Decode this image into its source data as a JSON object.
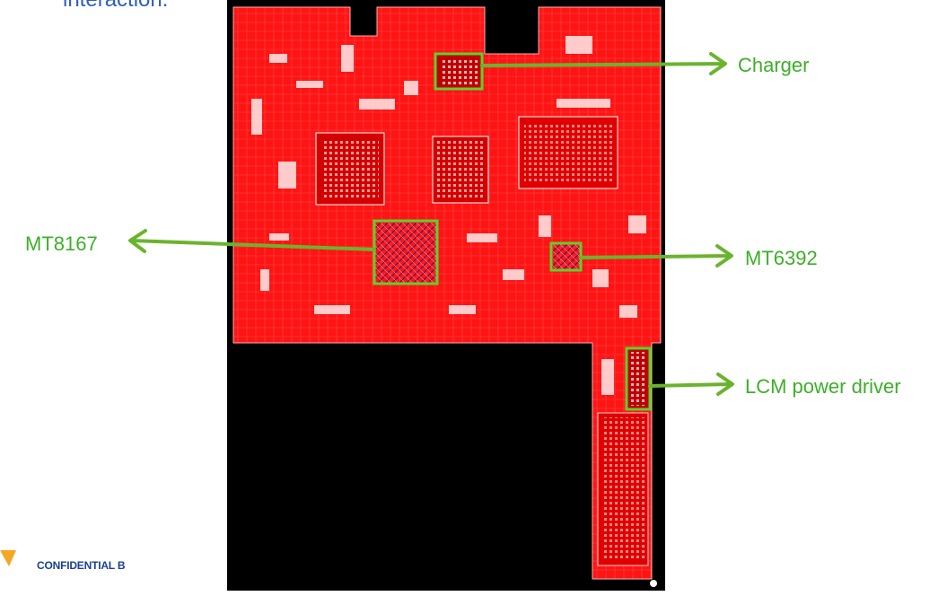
{
  "slide": {
    "header_text": "interaction.",
    "footer_text": "CONFIDENTIAL B"
  },
  "colors": {
    "board": "#ff1010",
    "background": "#000000",
    "highlight": "#5cd22a",
    "arrow": "#6ab42d",
    "label": "#3cb028",
    "header": "#2f5fbf",
    "footer": "#1b3f93",
    "logo": "#f5a623"
  },
  "callouts": [
    {
      "key": "charger",
      "label": "Charger"
    },
    {
      "key": "mt8167",
      "label": "MT8167"
    },
    {
      "key": "mt6392",
      "label": "MT6392"
    },
    {
      "key": "lcm",
      "label": "LCM power driver"
    }
  ]
}
